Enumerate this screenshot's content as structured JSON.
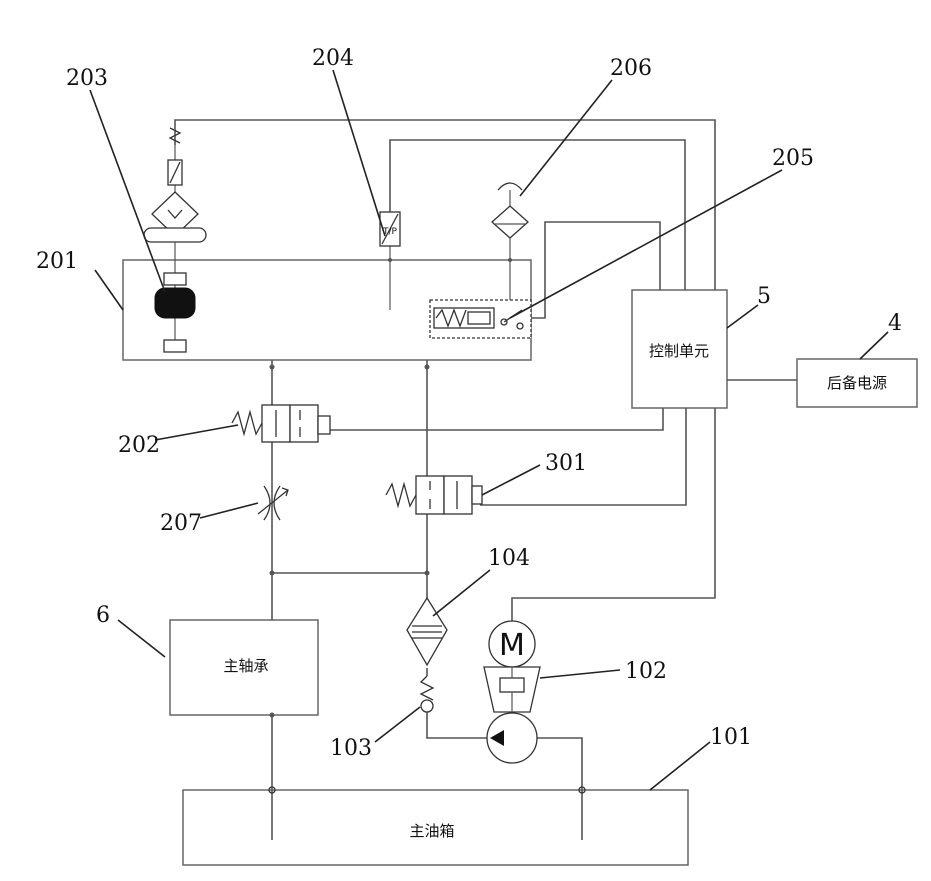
{
  "blocks": {
    "main_tank": "主油箱",
    "main_bearing": "主轴承",
    "control_unit": "控制单元",
    "backup_power": "后备电源"
  },
  "symbols": {
    "motor_letter": "M",
    "sensor_symbol": "T/P"
  },
  "labels": {
    "l201": "201",
    "l202": "202",
    "l203": "203",
    "l204": "204",
    "l205": "205",
    "l206": "206",
    "l207": "207",
    "l301": "301",
    "l101": "101",
    "l102": "102",
    "l103": "103",
    "l104": "104",
    "l4": "4",
    "l5": "5",
    "l6": "6"
  }
}
